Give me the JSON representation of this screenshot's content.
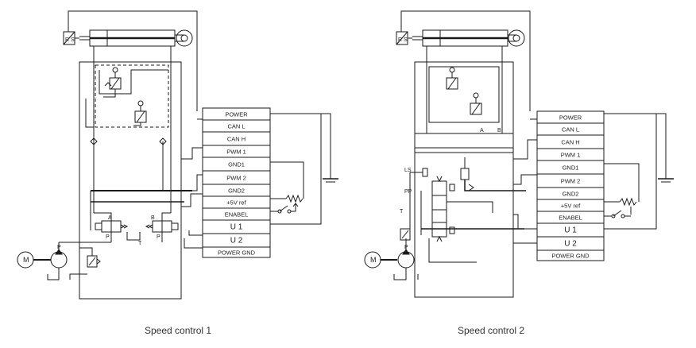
{
  "diagrams": [
    {
      "caption": "Speed control 1",
      "terminals": [
        "POWER",
        "CAN L",
        "CAN H",
        "PWM 1",
        "GND1",
        "PWM 2",
        "GND2",
        "+5V ref",
        "ENABEL",
        "U 1",
        "U 2",
        "POWER GND"
      ],
      "labels": {
        "motor": "M",
        "sensor": "R S",
        "pump_port": "P",
        "port_a": "A",
        "port_b": "B",
        "valve_p1": "P",
        "valve_p2": "P",
        "tank": "T"
      }
    },
    {
      "caption": "Speed control 2",
      "terminals": [
        "POWER",
        "CAN L",
        "CAN H",
        "PWM 1",
        "GND1",
        "PWM 2",
        "GND2",
        "+5V ref",
        "ENABEL",
        "U 1",
        "U 2",
        "POWER GND"
      ],
      "labels": {
        "motor": "M",
        "sensor": "R S",
        "pump_port": "P",
        "port_a": "A",
        "port_b": "B",
        "ls": "LS",
        "pp": "PP",
        "tank": "T"
      }
    }
  ],
  "colors": {
    "line": "#1a1a1a",
    "text": "#222222",
    "caption": "#333333",
    "background": "#ffffff"
  }
}
